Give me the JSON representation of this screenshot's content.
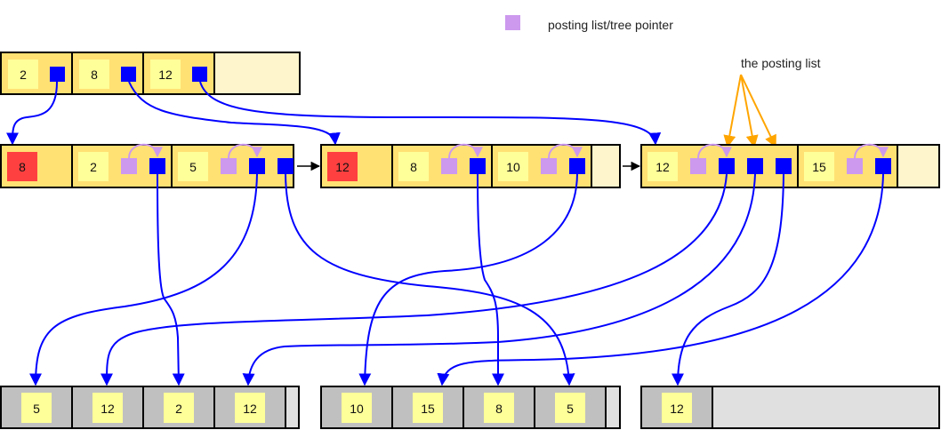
{
  "legend": {
    "swatch_color": "#cc99ee",
    "label": "posting list/tree pointer"
  },
  "annotation": {
    "label": "the posting list",
    "arrow_color": "#ffa500"
  },
  "colors": {
    "node_fill": "#ffe173",
    "node_empty": "#fff5cc",
    "key_fill": "#ffff99",
    "high_key_fill": "#ff4040",
    "pointer_fill": "#0000ff",
    "posting_pointer_fill": "#cc99ee",
    "leaf_fill": "#c0c0c0",
    "leaf_empty": "#e0e0e0",
    "edge_color": "#0000ff"
  },
  "root": {
    "entries": [
      {
        "key": "2"
      },
      {
        "key": "8"
      },
      {
        "key": "12"
      }
    ]
  },
  "inner_nodes": [
    {
      "high_key": "8",
      "entries": [
        {
          "key": "2",
          "posting": true,
          "pointers": 1
        },
        {
          "key": "5",
          "posting": true,
          "pointers": 2
        }
      ]
    },
    {
      "high_key": "12",
      "entries": [
        {
          "key": "8",
          "posting": true,
          "pointers": 1
        },
        {
          "key": "10",
          "posting": true,
          "pointers": 1
        }
      ]
    },
    {
      "high_key": "",
      "entries": [
        {
          "key": "12",
          "posting": true,
          "pointers": 3
        },
        {
          "key": "15",
          "posting": true,
          "pointers": 1
        }
      ]
    }
  ],
  "heap_pages": [
    {
      "values": [
        "5",
        "12",
        "2",
        "12"
      ]
    },
    {
      "values": [
        "10",
        "15",
        "8",
        "5"
      ]
    },
    {
      "values": [
        "12"
      ]
    }
  ]
}
